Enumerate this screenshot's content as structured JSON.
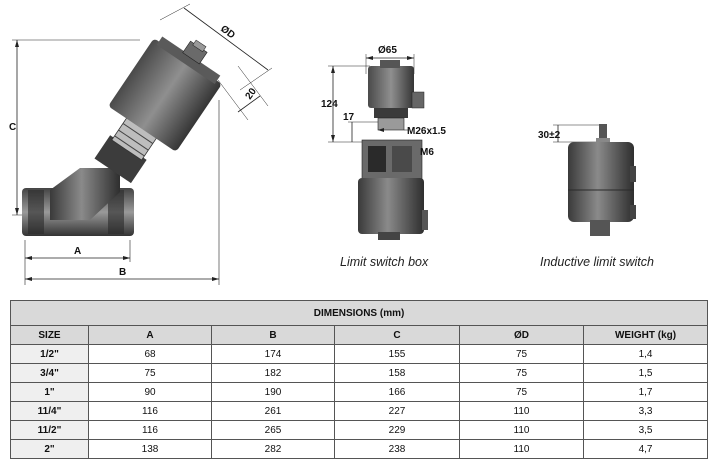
{
  "drawing": {
    "labels": {
      "c": "C",
      "a": "A",
      "b": "B",
      "od": "ØD",
      "twenty": "20",
      "od65": "Ø65",
      "d124": "124",
      "d17": "17",
      "thread": "M26x1.5",
      "m6": "M6",
      "d30": "30±2"
    },
    "captions": {
      "limit": "Limit switch box",
      "inductive": "Inductive limit switch"
    }
  },
  "table": {
    "title": "DIMENSIONS (mm)",
    "columns": [
      "SIZE",
      "A",
      "B",
      "C",
      "ØD",
      "WEIGHT (kg)"
    ],
    "rows": [
      [
        "1/2\"",
        "68",
        "174",
        "155",
        "75",
        "1,4"
      ],
      [
        "3/4\"",
        "75",
        "182",
        "158",
        "75",
        "1,5"
      ],
      [
        "1\"",
        "90",
        "190",
        "166",
        "75",
        "1,7"
      ],
      [
        "11/4\"",
        "116",
        "261",
        "227",
        "110",
        "3,3"
      ],
      [
        "11/2\"",
        "116",
        "265",
        "229",
        "110",
        "3,5"
      ],
      [
        "2\"",
        "138",
        "282",
        "238",
        "110",
        "4,7"
      ]
    ]
  }
}
